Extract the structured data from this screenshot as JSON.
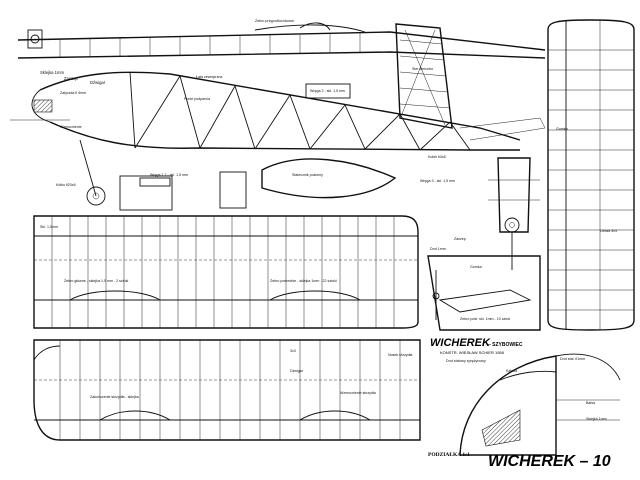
{
  "plan": {
    "title": "WICHEREK",
    "subtitle": "– SZYBOWIEC",
    "designer": "KONSTR. WIESŁAW SCHIER 1958",
    "note": "Drut stalowy sprężynowy",
    "scale": "PODZIAŁKA 1:1",
    "bottom_title": "WICHEREK – 10",
    "fuselage_labels": [
      {
        "text": "Sklejka 1mm",
        "id": "f1"
      },
      {
        "text": "Zaczep",
        "id": "f2"
      },
      {
        "text": "Dźwigar",
        "id": "f3"
      },
      {
        "text": "Zatyczka fi 4mm",
        "id": "f4"
      },
      {
        "text": "Wzmocnienie",
        "id": "f5"
      },
      {
        "text": "Żebro przypodłużnicowe",
        "id": "f6"
      },
      {
        "text": "Łata zewnętrzna",
        "id": "f7"
      },
      {
        "text": "Wręga 2 - skl. 1,5 mm",
        "id": "f8"
      },
      {
        "text": "Punkt podparcia",
        "id": "f9"
      },
      {
        "text": "Wręga 1,2 - skl. 1,5 mm",
        "id": "f10"
      },
      {
        "text": "Statecznik poziomy",
        "id": "f11"
      },
      {
        "text": "Wręga 3 - skl. 1,5 mm",
        "id": "f12"
      },
      {
        "text": "Listwa 3x3",
        "id": "f13"
      },
      {
        "text": "Kółko fi20x6",
        "id": "f14"
      },
      {
        "text": "Gumka",
        "id": "f15"
      },
      {
        "text": "Kołek fi3x8",
        "id": "f16"
      },
      {
        "text": "Ster kierunku",
        "id": "f17"
      }
    ],
    "wing_labels": [
      {
        "text": "Skl. 1,5mm",
        "id": "w1"
      },
      {
        "text": "Żebro główne - sklejka 1,5 mm - 2 sztuki",
        "id": "w2"
      },
      {
        "text": "Żebro pośrednie - sklejka 1mm - 22 sztuki",
        "id": "w3"
      },
      {
        "text": "Dźwigar",
        "id": "w4"
      },
      {
        "text": "3x3",
        "id": "w5"
      },
      {
        "text": "Zakończenie skrzydła - sklejka",
        "id": "w6"
      },
      {
        "text": "Nosek skrzydła",
        "id": "w7"
      },
      {
        "text": "Wzmocnienie skrzydła",
        "id": "w8"
      }
    ],
    "detail_labels": [
      {
        "text": "Drut 1mm",
        "id": "d1"
      },
      {
        "text": "Zaczep",
        "id": "d2"
      },
      {
        "text": "Gumka",
        "id": "d3"
      },
      {
        "text": "Żebro pośr. skl. 1mm - 10 sztuk",
        "id": "d4"
      },
      {
        "text": "Kabina",
        "id": "d5"
      },
      {
        "text": "Balsa",
        "id": "d6"
      },
      {
        "text": "Drut stal. fi1mm",
        "id": "d7"
      },
      {
        "text": "Sklejka 1mm",
        "id": "d8"
      }
    ]
  }
}
